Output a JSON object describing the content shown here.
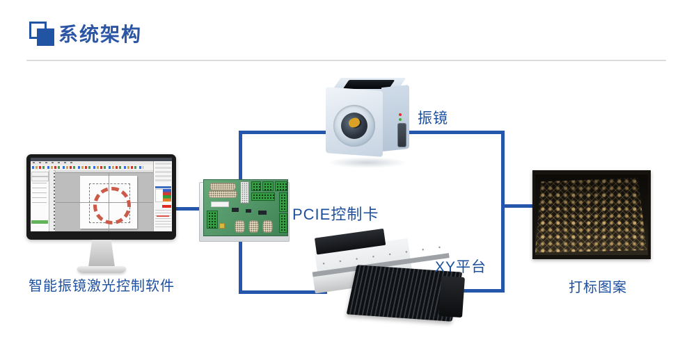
{
  "header": {
    "title": "系统架构",
    "marker_icon": "double-square-bullet"
  },
  "colors": {
    "accent_blue": "#2155a4",
    "connector_line": "#2456ac",
    "label_blue": "#1d4f9f",
    "divider_gray": "#dcdcdc",
    "pcb_green": "#4f9663",
    "galvo_body_blue": "#ccd9e6",
    "pattern_gold": "#c8a567"
  },
  "diagram": {
    "nodes": {
      "software": {
        "label": "智能振镜激光控制软件",
        "type": "photo-monitor-with-marking-software"
      },
      "pcie": {
        "label": "PCIE控制卡",
        "type": "photo-green-control-card"
      },
      "galvo": {
        "label": "振镜",
        "type": "photo-galvanometer-scan-head"
      },
      "xy": {
        "label": "XY平台",
        "type": "photo-xy-linear-stage"
      },
      "pattern": {
        "label": "打标图案",
        "type": "photo-marked-gold-pattern-plate"
      }
    },
    "edges": [
      {
        "from": "software",
        "to": "pcie"
      },
      {
        "from": "pcie",
        "to": "galvo"
      },
      {
        "from": "pcie",
        "to": "xy"
      },
      {
        "from": "galvo",
        "to": "pattern"
      },
      {
        "from": "xy",
        "to": "pattern"
      }
    ]
  }
}
